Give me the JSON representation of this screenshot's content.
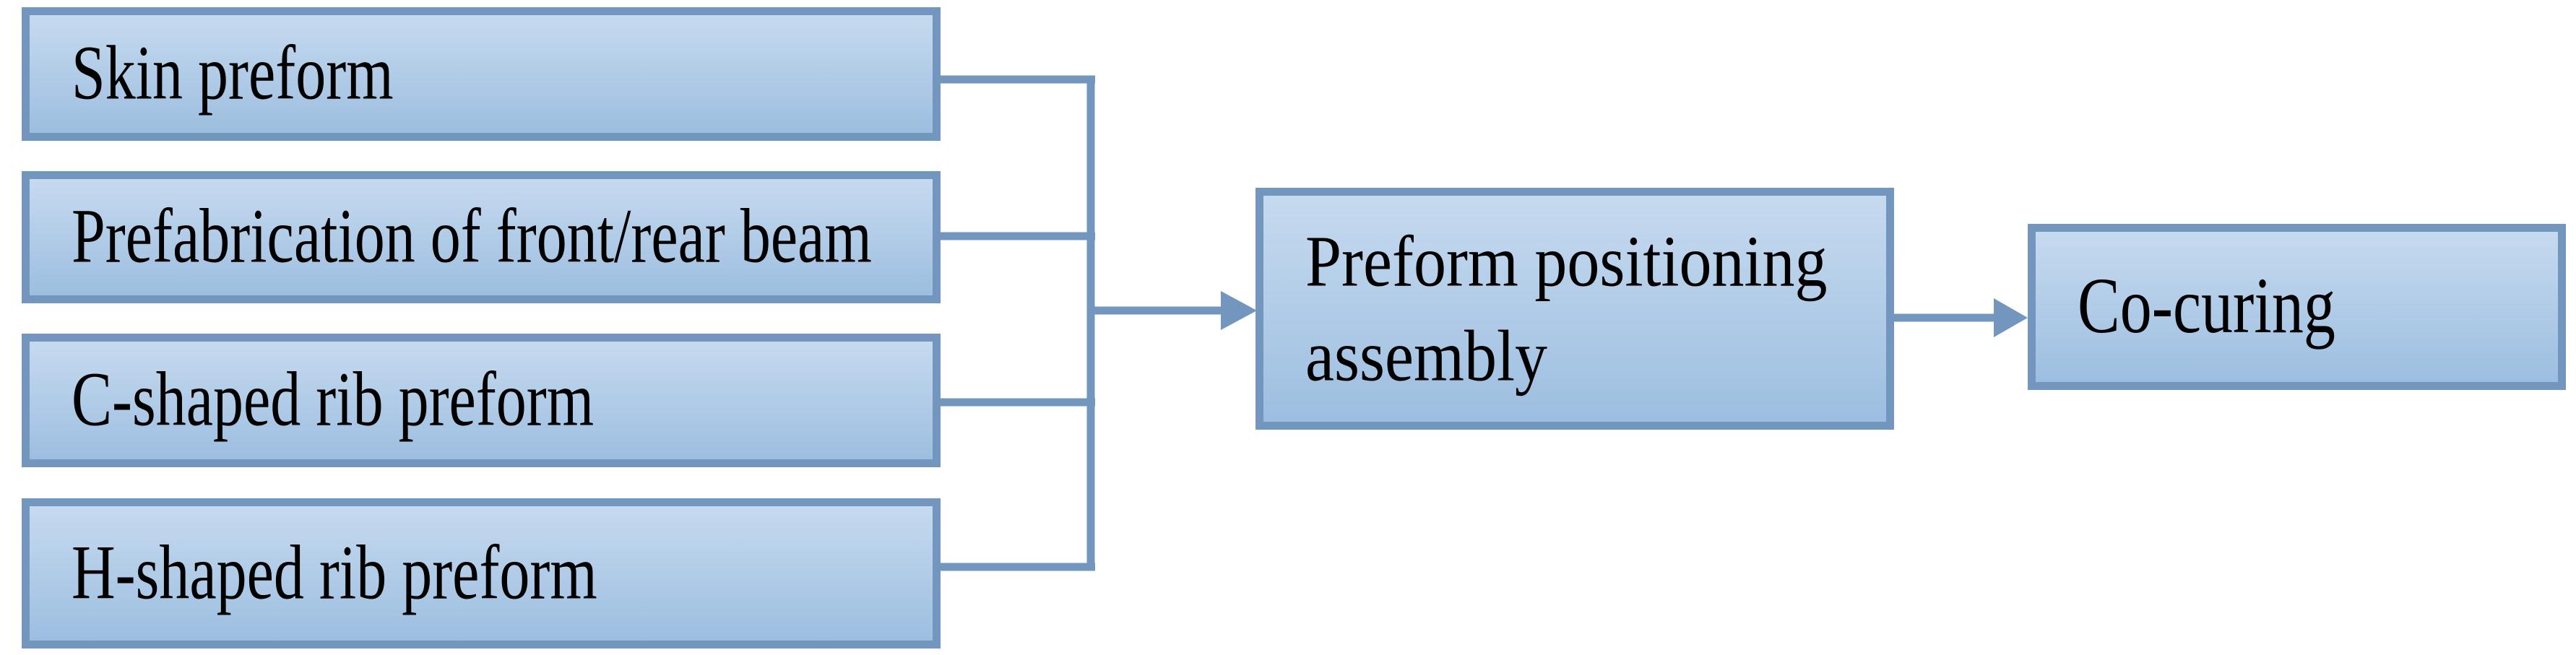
{
  "diagram": {
    "type": "flowchart",
    "orientation": "left-to-right",
    "background": "#FFFFFF"
  },
  "colors": {
    "accent": "#7296BE",
    "fill_top": "#C6DAEF",
    "fill_bottom": "#9DBEE0",
    "text": "#000000",
    "background": "#FFFFFF"
  },
  "nodes": [
    {
      "id": "skin-preform",
      "label": "Skin preform"
    },
    {
      "id": "front-rear-beam",
      "label": "Prefabrication of front/rear beam"
    },
    {
      "id": "c-shaped-rib",
      "label": "C-shaped rib preform"
    },
    {
      "id": "h-shaped-rib",
      "label": "H-shaped rib preform"
    },
    {
      "id": "preform-positioning-assembly",
      "label": "Preform positioning assembly"
    },
    {
      "id": "co-curing",
      "label": "Co-curing"
    }
  ],
  "edges": [
    {
      "from": "skin-preform",
      "to": "preform-positioning-assembly",
      "style": "merge-junction"
    },
    {
      "from": "front-rear-beam",
      "to": "preform-positioning-assembly",
      "style": "merge-junction"
    },
    {
      "from": "c-shaped-rib",
      "to": "preform-positioning-assembly",
      "style": "merge-junction"
    },
    {
      "from": "h-shaped-rib",
      "to": "preform-positioning-assembly",
      "style": "merge-junction"
    },
    {
      "from": "preform-positioning-assembly",
      "to": "co-curing",
      "style": "arrow"
    }
  ]
}
